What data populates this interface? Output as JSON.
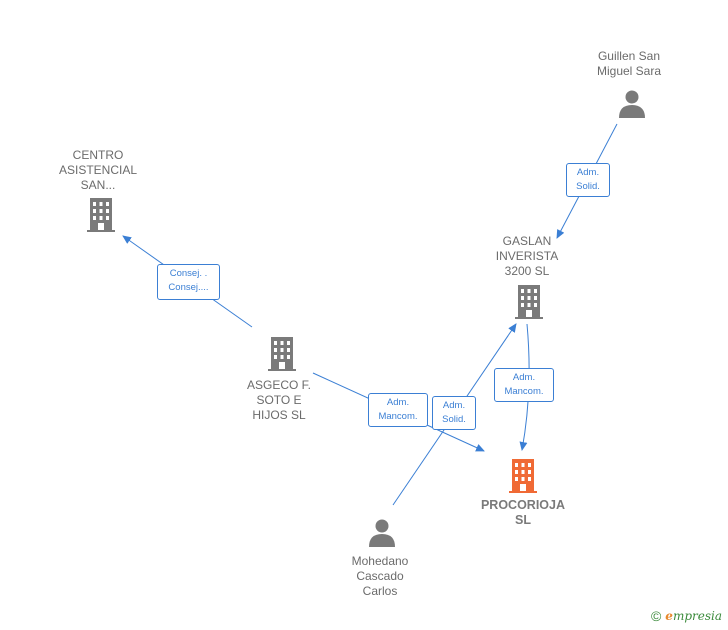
{
  "colors": {
    "edge": "#3b7fd4",
    "node_gray": "#7a7a7a",
    "node_highlight": "#f06a35",
    "brand_green": "#3c8b3c",
    "brand_orange": "#e8892e"
  },
  "nodes": {
    "guillen": {
      "label": "Guillen San\nMiguel Sara",
      "icon": "person-icon"
    },
    "centro": {
      "label": "CENTRO\nASISTENCIAL\nSAN...",
      "icon": "building-icon"
    },
    "gaslan": {
      "label": "GASLAN\nINVERISTA\n3200  SL",
      "icon": "building-icon"
    },
    "asgeco": {
      "label": "ASGECO F.\nSOTO E\nHIJOS SL",
      "icon": "building-icon"
    },
    "procorioja": {
      "label": "PROCORIOJA\nSL",
      "icon": "building-icon",
      "highlight": true
    },
    "mohedano": {
      "label": "Mohedano\nCascado\nCarlos",
      "icon": "person-icon"
    }
  },
  "edges": {
    "guillen_gaslan": {
      "label": "Adm.\nSolid."
    },
    "asgeco_centro": {
      "label": "Consej. .\nConsej...."
    },
    "asgeco_procorioja": {
      "label": "Adm.\nMancom."
    },
    "mohedano_gaslan": {
      "label": "Adm.\nSolid."
    },
    "gaslan_procorioja": {
      "label": "Adm.\nMancom."
    }
  },
  "footer": {
    "copyright": "©",
    "brand_initial": "e",
    "brand_rest": "mpresia"
  }
}
